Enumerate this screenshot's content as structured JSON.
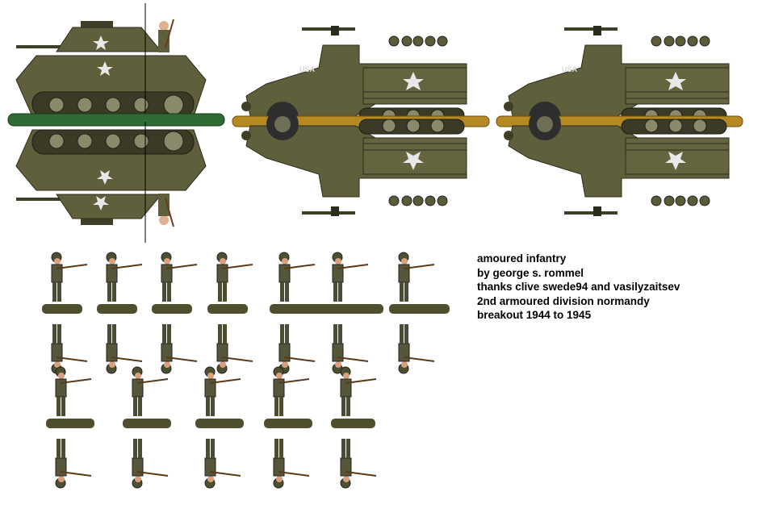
{
  "caption": {
    "lines": [
      "amoured infantry",
      "by george s. rommel",
      "thanks clive swede94 and vasilyzaitsev",
      "2nd armoured division normandy",
      "breakout 1944 to 1945"
    ]
  },
  "vehicle_marking": "USA",
  "colors": {
    "olive": "#5f5f3c",
    "olive_dark": "#3f3f28",
    "olive_light": "#77774c",
    "tank_base": "#2f6b32",
    "halftrack_base": "#b58a22",
    "soldier_base": "#4f4f2f",
    "star": "#e8e8e8"
  },
  "sprites": {
    "tank": "light-tank",
    "halftracks": [
      "halftrack-1",
      "halftrack-2"
    ],
    "soldiers_row1": 7,
    "soldiers_row2": 5
  }
}
